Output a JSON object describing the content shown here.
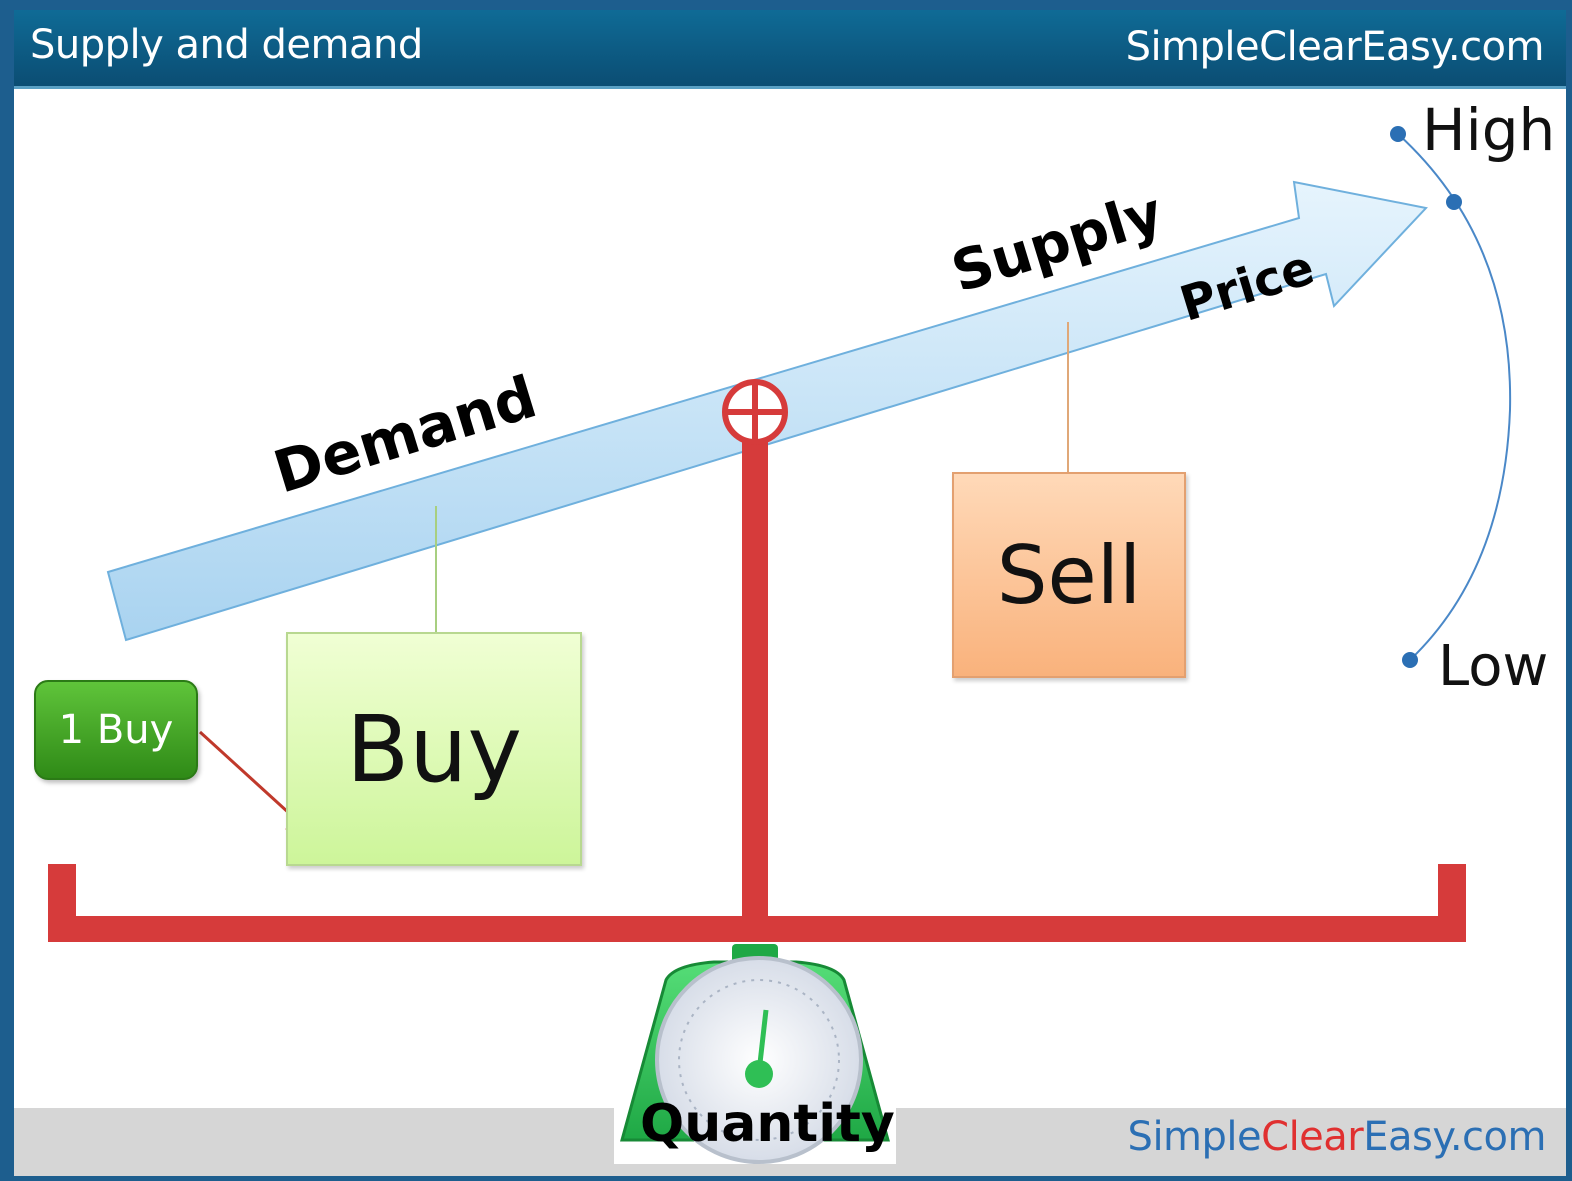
{
  "header": {
    "title": "Supply and demand",
    "brand": "SimpleClearEasy.com"
  },
  "footer": {
    "brand_part1": "Simple",
    "brand_part2": "Clear",
    "brand_part3": "Easy.com"
  },
  "diagram": {
    "arrow_labels": {
      "demand": "Demand",
      "supply": "Supply",
      "price": "Price"
    },
    "boxes": {
      "buy": "Buy",
      "sell": "Sell"
    },
    "tag": "1 Buy",
    "price_scale": {
      "high": "High",
      "low": "Low"
    },
    "scale_label": "Quantity"
  },
  "colors": {
    "header_bg": "#0b4d73",
    "arrow_fill": "#c9e6f8",
    "beam_red": "#d63b3b",
    "buy_green": "#cdf59a",
    "sell_orange": "#f9b27c",
    "tag_green": "#2f8a17",
    "scale_green": "#2ecc55",
    "scale_dot_blue": "#2b6fb4"
  },
  "icons": {
    "pivot": "crosshair-circle-icon",
    "scale": "weighing-scale-icon"
  }
}
